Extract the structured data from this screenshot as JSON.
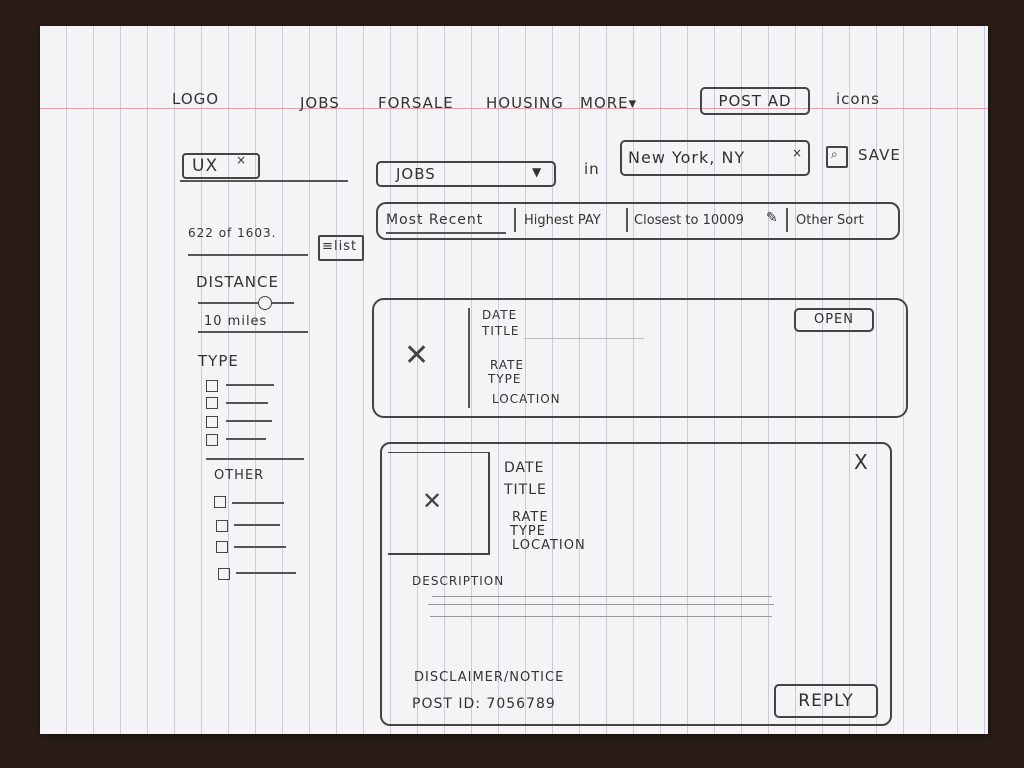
{
  "header": {
    "logo": "LOGO",
    "nav": [
      "JOBS",
      "FORSALE",
      "HOUSING",
      "MORE▾"
    ],
    "post_ad": "POST AD",
    "icons": "icons"
  },
  "search": {
    "query": "UX",
    "category": "JOBS",
    "in_label": "in",
    "location": "New York, NY",
    "save_label": "SAVE"
  },
  "results": {
    "count": "622 of 1603.",
    "list_toggle": "list"
  },
  "sort": {
    "options": [
      "Most Recent",
      "Highest PAY",
      "Closest to 10009",
      "Other Sort"
    ]
  },
  "filters": {
    "distance_label": "DISTANCE",
    "distance_value": "10 miles",
    "distance_slider": 0.7,
    "type_label": "TYPE",
    "other_label": "OTHER"
  },
  "listing": {
    "date": "DATE",
    "title": "TITLE",
    "rate": "RATE",
    "type": "TYPE",
    "location": "LOCATION",
    "open_label": "OPEN"
  },
  "detail": {
    "date": "DATE",
    "title": "TITLE",
    "rate": "RATE",
    "type": "TYPE",
    "location": "LOCATION",
    "description": "DESCRIPTION",
    "disclaimer": "DISCLAIMER/NOTICE",
    "post_id": "POST ID: 7056789",
    "reply_label": "REPLY",
    "close": "X"
  }
}
